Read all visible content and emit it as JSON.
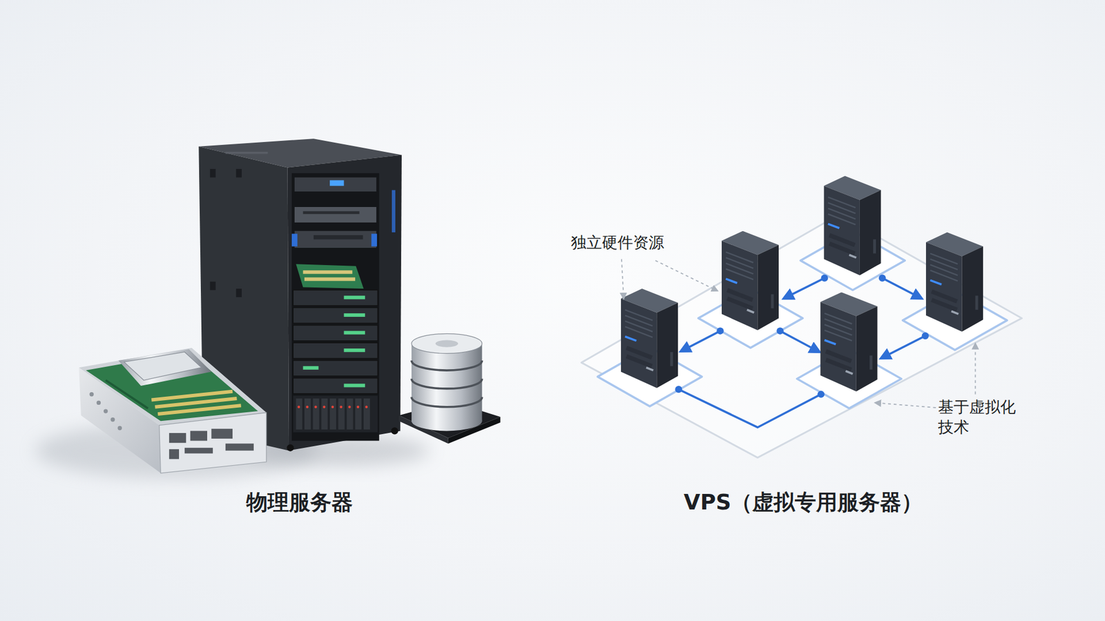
{
  "diagram": {
    "labels": [
      "独立硬件资源",
      "基于虚拟化技术",
      "物理服务器",
      "VPS（虚拟专用服务器）"
    ]
  }
}
